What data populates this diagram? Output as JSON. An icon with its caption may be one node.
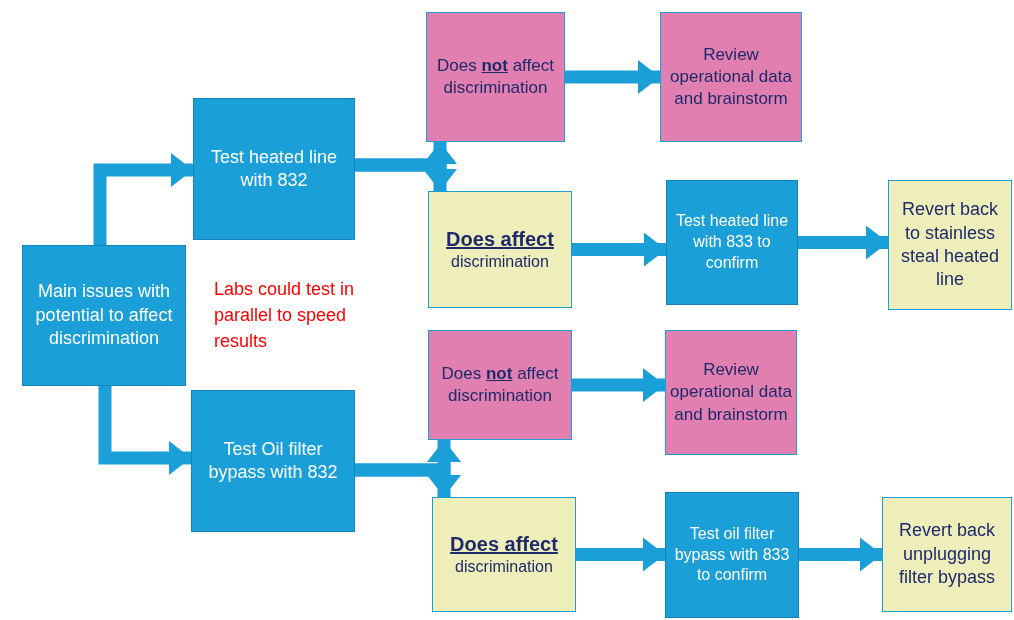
{
  "diagram": {
    "nodes": [
      {
        "text": [
          "Main issues with potential to affect discrimination"
        ]
      },
      {
        "text": [
          "Test heated line with 832"
        ]
      },
      {
        "text": [
          "Test Oil filter bypass with 832"
        ]
      },
      {
        "text": [
          "Does **not** affect discrimination"
        ]
      },
      {
        "text": [
          "Review operational data and brainstorm"
        ]
      },
      {
        "text": [
          "Does affect",
          "discrimination"
        ]
      },
      {
        "text": [
          "Test heated line with 833 to confirm"
        ]
      },
      {
        "text": [
          "Revert back to stainless steal heated line"
        ]
      },
      {
        "text": [
          "Does **not** affect discrimination"
        ]
      },
      {
        "text": [
          "Review operational data and brainstorm"
        ]
      },
      {
        "text": [
          "Does affect",
          "discrimination"
        ]
      },
      {
        "text": [
          "Test oil filter bypass with 833 to confirm"
        ]
      },
      {
        "text": [
          "Revert back unplugging filter bypass"
        ]
      }
    ],
    "edges": [
      {
        "from": 0,
        "to": 1,
        "arrow": "to"
      },
      {
        "from": 0,
        "to": 2,
        "arrow": "to"
      },
      {
        "from": 1,
        "to": 3,
        "arrow": "to"
      },
      {
        "from": 1,
        "to": 5,
        "arrow": "to"
      },
      {
        "from": 3,
        "to": 4,
        "arrow": "to"
      },
      {
        "from": 5,
        "to": 6,
        "arrow": "to"
      },
      {
        "from": 6,
        "to": 7,
        "arrow": "to"
      },
      {
        "from": 2,
        "to": 8,
        "arrow": "to"
      },
      {
        "from": 2,
        "to": 10,
        "arrow": "to"
      },
      {
        "from": 8,
        "to": 9,
        "arrow": "to"
      },
      {
        "from": 10,
        "to": 11,
        "arrow": "to"
      },
      {
        "from": 11,
        "to": 12,
        "arrow": "to"
      }
    ],
    "labels": [
      "Labs could test in parallel to speed results"
    ]
  }
}
